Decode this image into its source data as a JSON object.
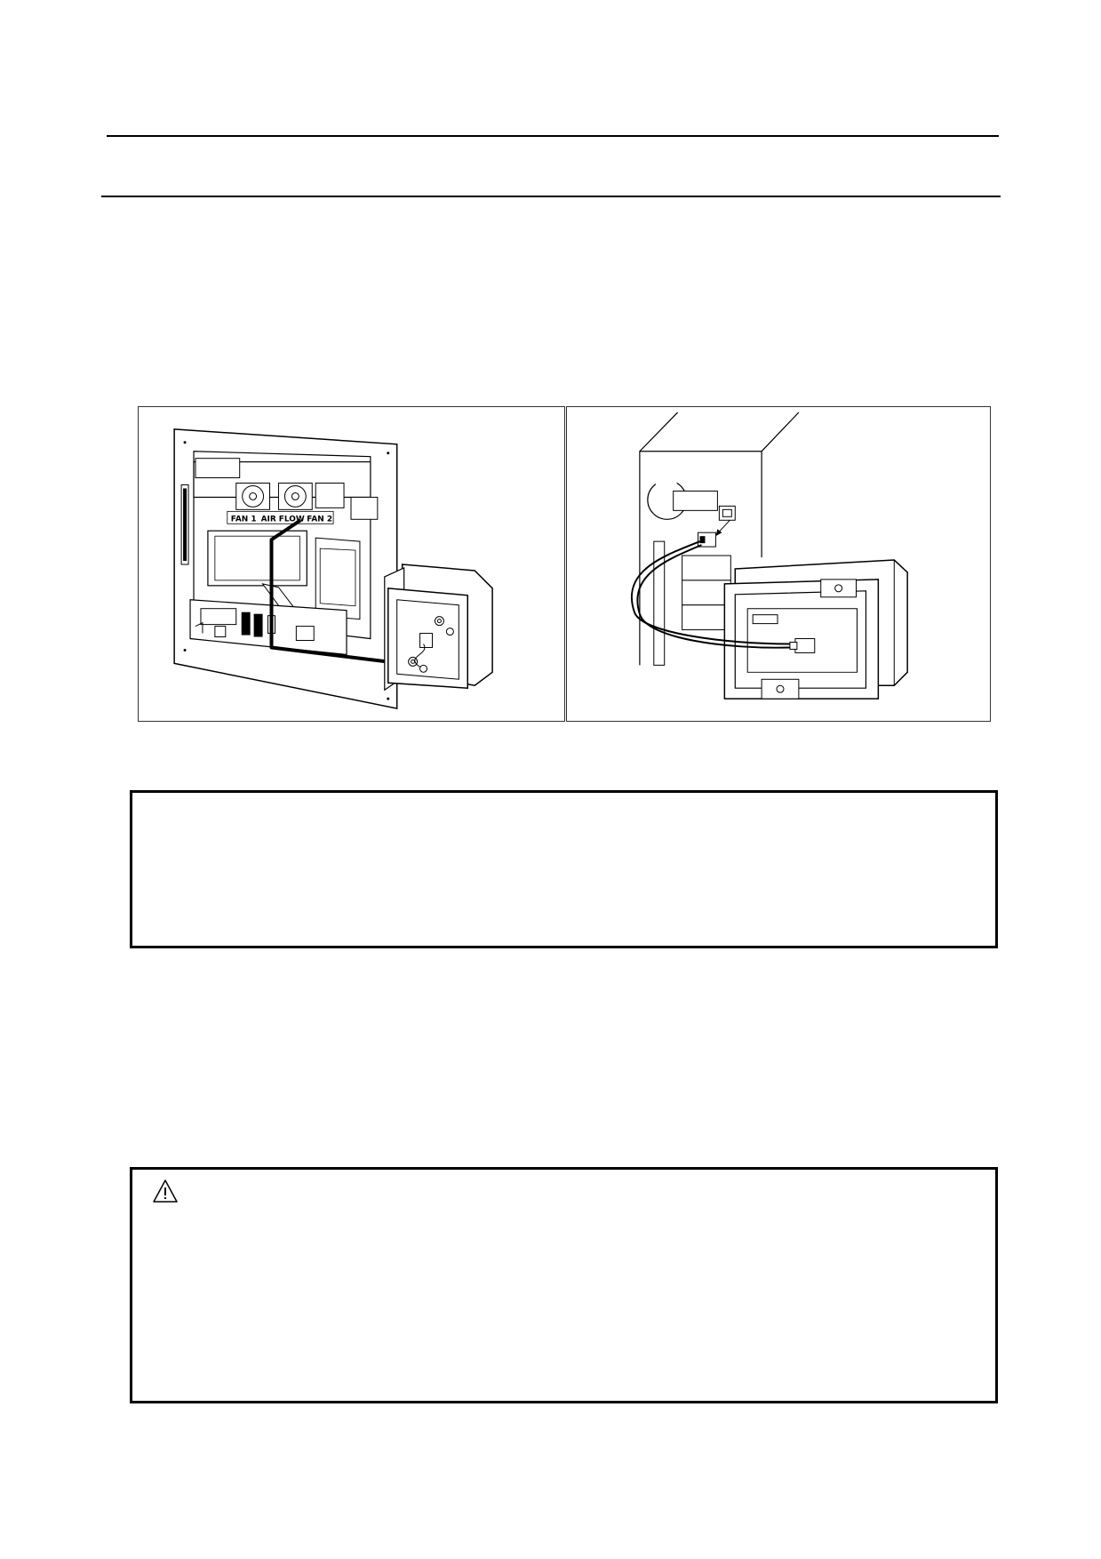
{
  "figure_left": {
    "panel_labels": [
      "FAN 1",
      "AIR FLOW",
      "FAN 2"
    ]
  },
  "colors": {
    "line": "#000000",
    "panel_border": "#333333"
  }
}
